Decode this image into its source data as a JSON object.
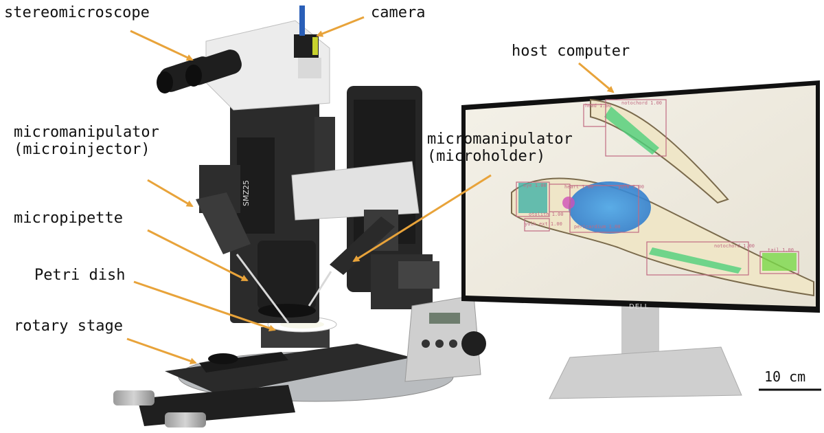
{
  "labels": {
    "stereomicroscope": "stereomicroscope",
    "camera": "camera",
    "host_computer": "host computer",
    "micromanipulator_injector_line1": "micromanipulator",
    "micromanipulator_injector_line2": "(microinjector)",
    "micromanipulator_holder_line1": "micromanipulator",
    "micromanipulator_holder_line2": "(microholder)",
    "micropipette": "micropipette",
    "petri_dish": "Petri dish",
    "rotary_stage": "rotary stage"
  },
  "scale_bar": {
    "label": "10 cm"
  },
  "screen_annotations": {
    "notochord_1": "notochord 1.00",
    "notochord_2": "notochord 1.00",
    "tail_1": "tail 1.00",
    "yolk": "yolk 1.00",
    "heart": "heart 1.00",
    "eye": "eye 1.00",
    "otolith": "otolith 1.00",
    "pericardium": "pericardium 1.00",
    "yolk_extension": "yolk ext 1.00",
    "head": "head 1.00"
  },
  "monitor": {
    "brand": "DELL"
  },
  "colors": {
    "arrow": "#e8a33a",
    "instrument_black": "#2b2b2b",
    "instrument_white": "#e8e8e8",
    "screen_bg": "#f1eee4",
    "detect_green": "#4fd07a",
    "detect_blue": "#3f8fe0",
    "detect_teal": "#4bb4a8",
    "bbox": "#c06a82"
  }
}
